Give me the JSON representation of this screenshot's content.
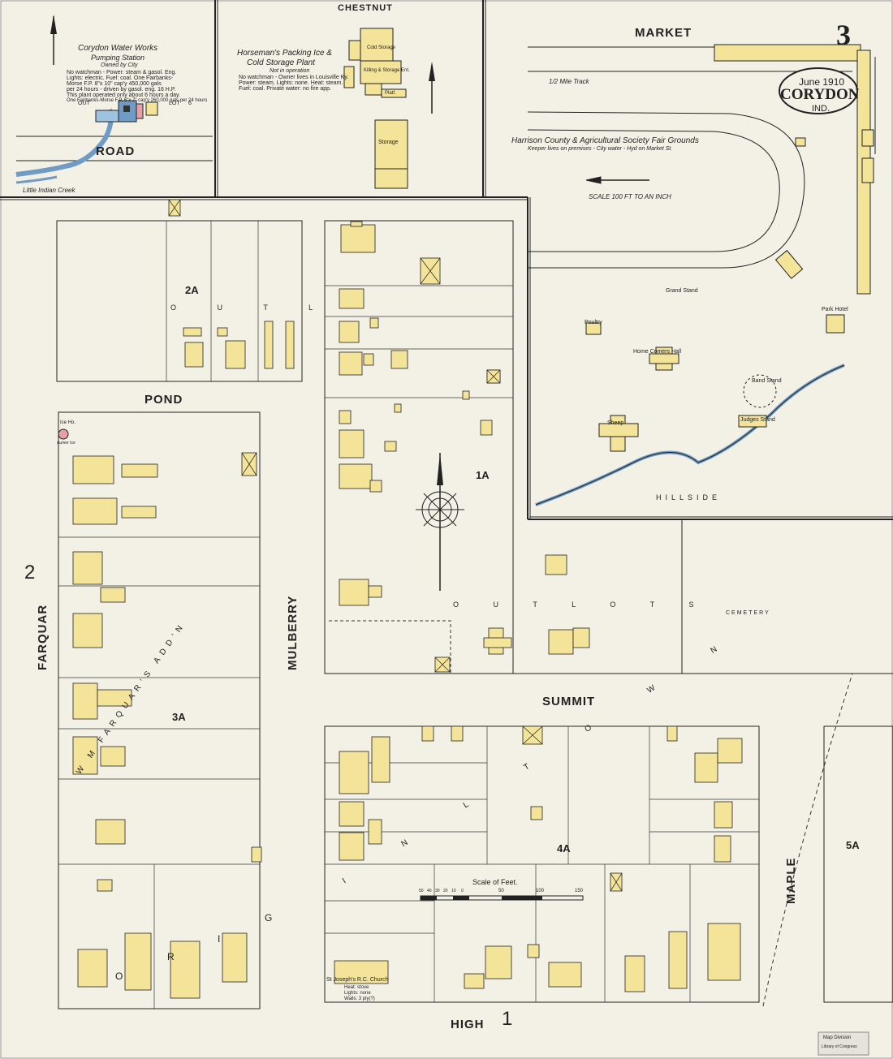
{
  "sheet": {
    "number": "3",
    "date": "June 1910",
    "town": "CORYDON",
    "state": "IND.",
    "scale": "SCALE 100 FT TO AN INCH",
    "stamp": [
      "Map Division",
      "Library of Congress"
    ]
  },
  "adjoining_sheets": [
    "2",
    "1"
  ],
  "streets": {
    "chestnut": "CHESTNUT",
    "market": "MARKET",
    "road": "ROAD",
    "pond": "POND",
    "farquar": "FARQUAR",
    "mulberry": "MULBERRY",
    "summit": "SUMMIT",
    "high": "HIGH",
    "maple": "MAPLE"
  },
  "insets": {
    "water_works": {
      "title": [
        "Corydon Water Works",
        "Pumping Station",
        "Owned by City"
      ],
      "notes": [
        "No watchman - Power: steam & gasol. Eng.",
        "Lights: electric. Fuel: coal. One Fairbanks-",
        "Morse F.P. 8\"x 10\" cap'y 450,000 gals",
        "per 24 hours - driven by gasol. eng. 16 H.P.",
        "This plant operated only about 6 hours a day.",
        "One Fairbanks-Morse F.P. 6\"x 7\" cap'y 260,000 gals per 24 hours"
      ],
      "creek": "Little Indian Creek",
      "out_lot": [
        "OUT",
        "LOT",
        "6"
      ]
    },
    "cold_storage": {
      "title": [
        "Horseman's Packing Ice &",
        "Cold Storage Plant"
      ],
      "subtitle": "Not in operation",
      "notes": [
        "No watchman - Owner lives in Louisville Ky.",
        "Power: steam. Lights: none. Heat: steam.",
        "Fuel: coal. Private water: no fire app."
      ],
      "labels": [
        "Cold Storage",
        "Killing & Storage Ent.",
        "Storage",
        "Platf."
      ]
    }
  },
  "fairgrounds": {
    "title": "Harrison County & Agricultural Society Fair Grounds",
    "note": "Keeper lives on premises - City water - Hyd on Market St.",
    "track": "1/2 Mile Track",
    "buildings": [
      "Grand Stand",
      "Home Comers Hall",
      "Poultry",
      "Sheep",
      "Band Stand",
      "Park Hotel",
      "Judges Stand"
    ],
    "hillside": "HILLSIDE"
  },
  "blocks": [
    {
      "id": "2A",
      "letters": "O U T L"
    },
    {
      "id": "1A",
      "letters": "O U T L O T S"
    },
    {
      "id": "3A",
      "letters": "W M FARQUAR'S ADD'N"
    },
    {
      "id": "4A",
      "letters": "I N L T O W N"
    },
    {
      "id": "5A",
      "letters": ""
    }
  ],
  "landmarks": {
    "church": [
      "St Joseph's R.C. Church",
      "Heat: stove",
      "Lights: none",
      "Walls: 3 ply(?)"
    ],
    "cemetery": "CEMETERY",
    "ice_house": [
      "Ice Ho.",
      "Aumer Ice"
    ],
    "orig_letters": [
      "O",
      "R",
      "I",
      "G"
    ]
  },
  "scale_bar": {
    "title": "Scale of Feet.",
    "ticks": [
      "50",
      "40",
      "30",
      "20",
      "10",
      "0",
      "50",
      "100",
      "150"
    ]
  },
  "colors": {
    "paper": "#f3f1e6",
    "dwelling": "#f3e49a",
    "block_line": "#333333",
    "brick": "#e8a0a8",
    "water": "#6f9bc4"
  }
}
